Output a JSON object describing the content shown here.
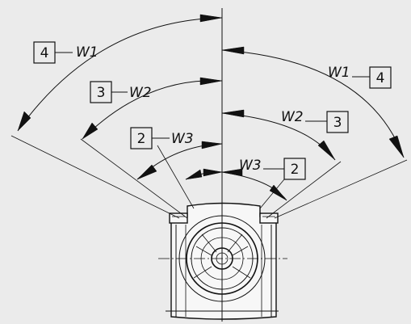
{
  "diagram": {
    "title": "",
    "angle_labels": [
      {
        "side": "left",
        "text": "W1",
        "ref": "4"
      },
      {
        "side": "left",
        "text": "W2",
        "ref": "3"
      },
      {
        "side": "left",
        "text": "W3",
        "ref": "2"
      },
      {
        "side": "right",
        "text": "W1",
        "ref": "4"
      },
      {
        "side": "right",
        "text": "W2",
        "ref": "3"
      },
      {
        "side": "right",
        "text": "W3",
        "ref": "2"
      }
    ],
    "colors": {
      "background": "#ebebeb",
      "line": "#111111",
      "part": "#f7f7f7"
    }
  }
}
